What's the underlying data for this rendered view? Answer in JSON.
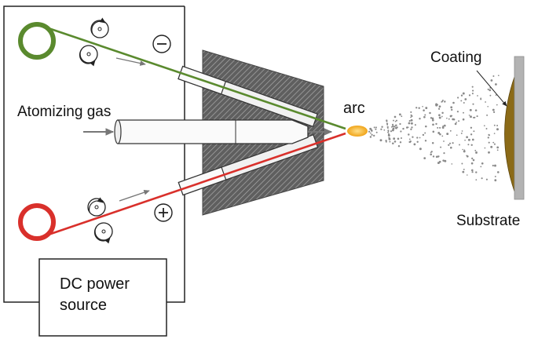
{
  "labels": {
    "atomizing_gas": "Atomizing gas",
    "arc": "arc",
    "coating": "Coating",
    "substrate": "Substrate",
    "dc_line1": "DC power",
    "dc_line2": "source"
  },
  "colors": {
    "negative_wire": "#5a8a2e",
    "positive_wire": "#d9302b",
    "arc": "#f2a51a",
    "coating": "#8b6a17",
    "substrate": "#b3b3b3",
    "nozzle_body": "#6e6e6e"
  },
  "icons": {
    "negative_polarity": "minus-in-circle",
    "positive_polarity": "plus-in-circle",
    "feed_roller": "rotation-arrow-circle"
  }
}
